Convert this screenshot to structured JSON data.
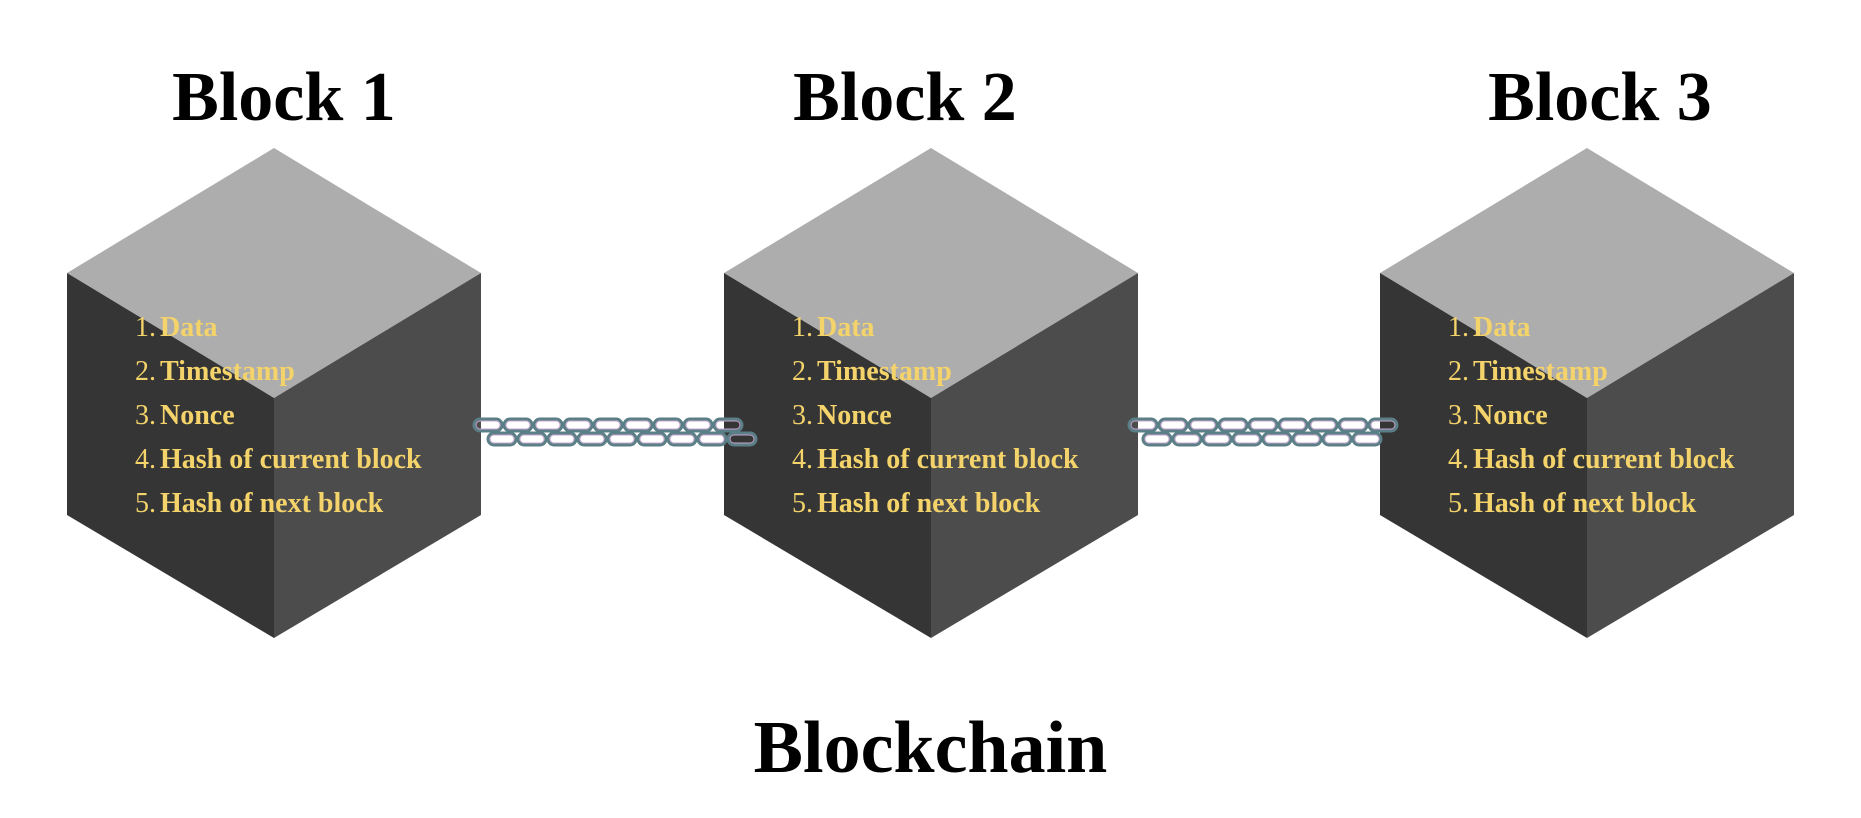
{
  "colors": {
    "top_face": "#adadad",
    "left_face": "#353535",
    "right_face": "#4c4c4c",
    "text": "#f3d36a",
    "chain": "#5b7f86"
  },
  "diagram": {
    "title": "Blockchain",
    "blocks": [
      {
        "title": "Block 1",
        "items": [
          {
            "num": "1.",
            "label": "Data"
          },
          {
            "num": "2.",
            "label": "Timestamp"
          },
          {
            "num": "3.",
            "label": "Nonce"
          },
          {
            "num": "4.",
            "label": "Hash of current block"
          },
          {
            "num": "5.",
            "label": "Hash of next block"
          }
        ]
      },
      {
        "title": "Block 2",
        "items": [
          {
            "num": "1.",
            "label": "Data"
          },
          {
            "num": "2.",
            "label": "Timestamp"
          },
          {
            "num": "3.",
            "label": "Nonce"
          },
          {
            "num": "4.",
            "label": "Hash of current block"
          },
          {
            "num": "5.",
            "label": "Hash of next block"
          }
        ]
      },
      {
        "title": "Block 3",
        "items": [
          {
            "num": "1.",
            "label": "Data"
          },
          {
            "num": "2.",
            "label": "Timestamp"
          },
          {
            "num": "3.",
            "label": "Nonce"
          },
          {
            "num": "4.",
            "label": "Hash of current block"
          },
          {
            "num": "5.",
            "label": "Hash of next block"
          }
        ]
      }
    ],
    "connectors": [
      {
        "icon": "chain-link-icon",
        "from": "Block 1",
        "to": "Block 2"
      },
      {
        "icon": "chain-link-icon",
        "from": "Block 2",
        "to": "Block 3"
      }
    ]
  }
}
